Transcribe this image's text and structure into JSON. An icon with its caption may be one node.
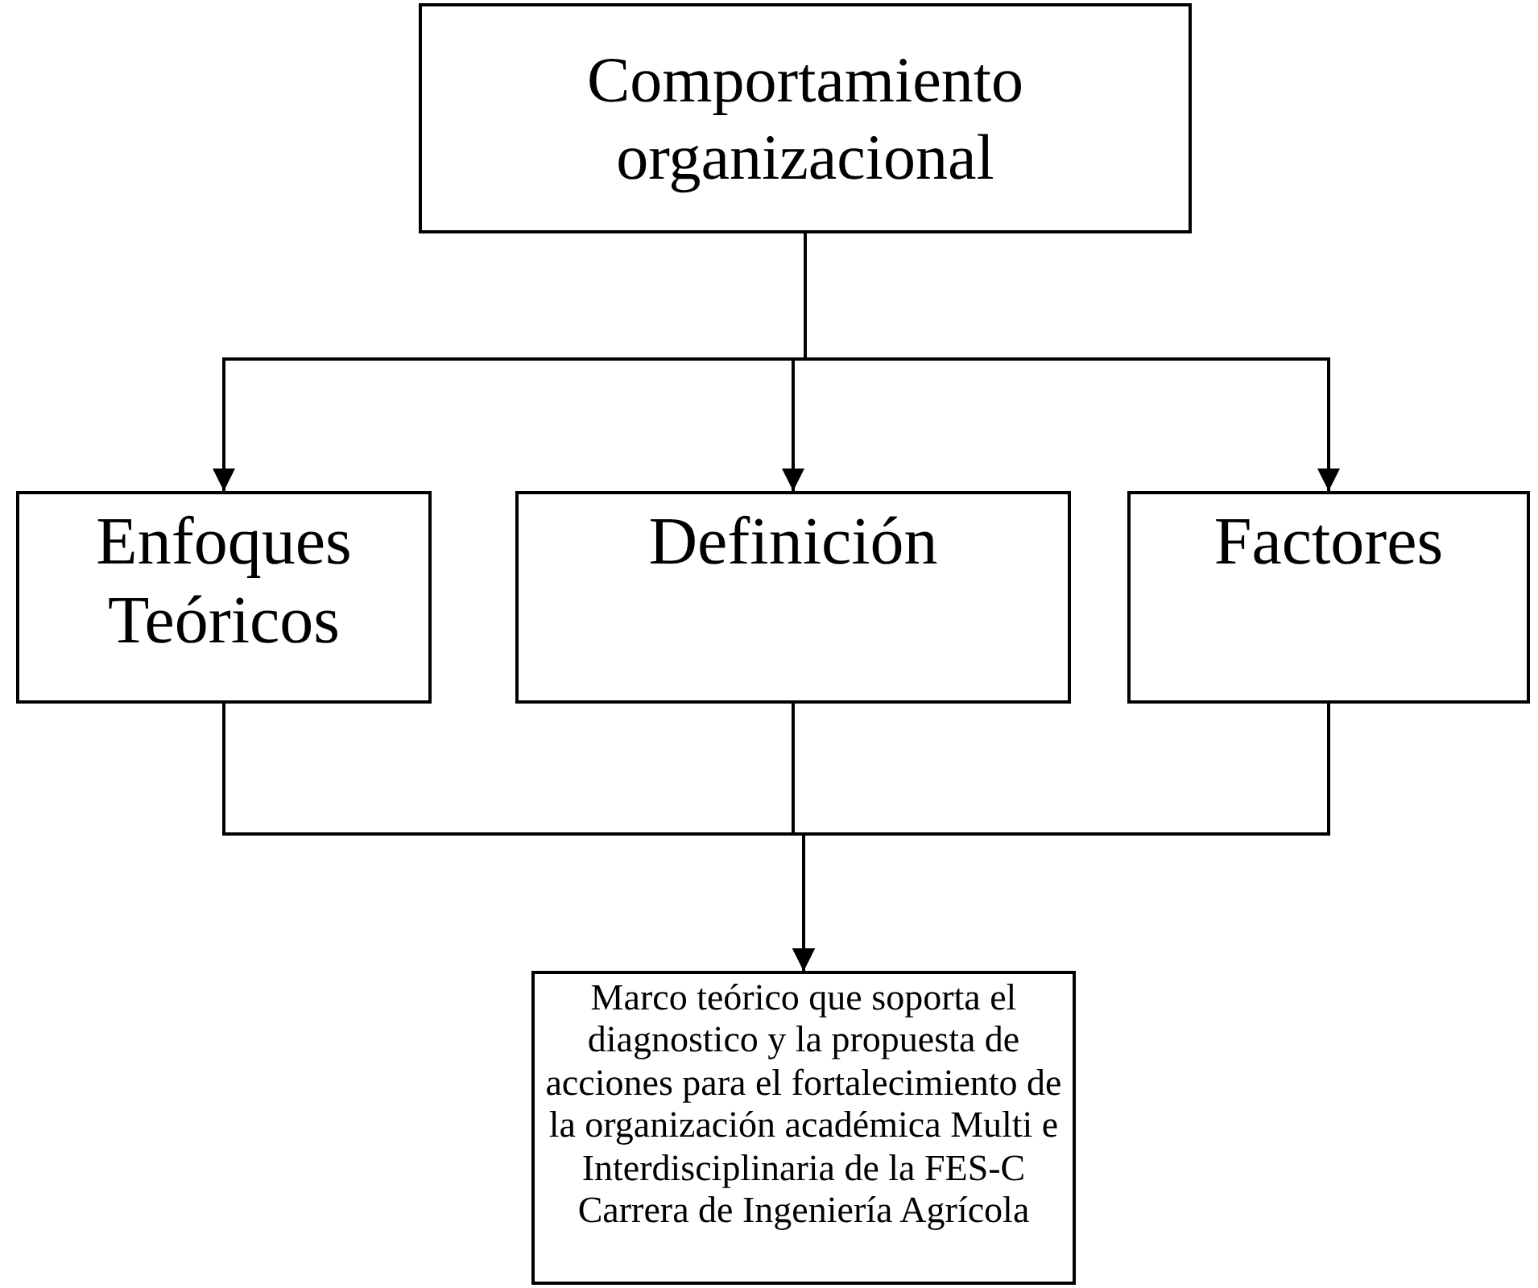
{
  "diagram": {
    "nodes": [
      {
        "text": [
          "Comportamiento organizacional"
        ]
      },
      {
        "text": [
          "Enfoques Teóricos"
        ]
      },
      {
        "text": [
          "Definición"
        ]
      },
      {
        "text": [
          "Factores"
        ]
      },
      {
        "text": [
          "Marco teórico que soporta el diagnostico y la propuesta de acciones para el fortalecimiento de la organización académica Multi e Interdisciplinaria de la FES-C",
          "Carrera de Ingeniería Agrícola"
        ]
      }
    ],
    "edges": [
      {
        "from": 0,
        "to": 1,
        "arrow": "to"
      },
      {
        "from": 0,
        "to": 2,
        "arrow": "to"
      },
      {
        "from": 0,
        "to": 3,
        "arrow": "to"
      },
      {
        "from": 1,
        "to": 4,
        "arrow": "to"
      },
      {
        "from": 2,
        "to": 4,
        "arrow": "to"
      },
      {
        "from": 3,
        "to": 4,
        "arrow": "to"
      }
    ]
  }
}
